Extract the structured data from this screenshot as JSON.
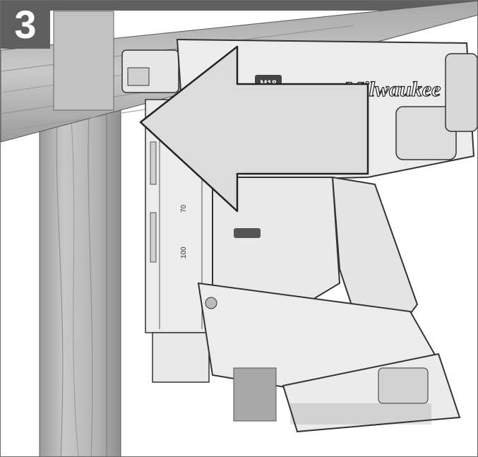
{
  "step": {
    "number": "3"
  },
  "illustration": {
    "tool_badge": "M18",
    "brand": "Milwaukee",
    "magazine_markings": [
      "70",
      "100"
    ]
  },
  "colors": {
    "header": "#5f5f5f",
    "arrow_fill": "#dcdcdc",
    "wood": "#b9b9b9",
    "tool_body": "#e9e9e9",
    "outline": "#333333"
  },
  "icons": {
    "direction": "arrow-left-icon"
  }
}
